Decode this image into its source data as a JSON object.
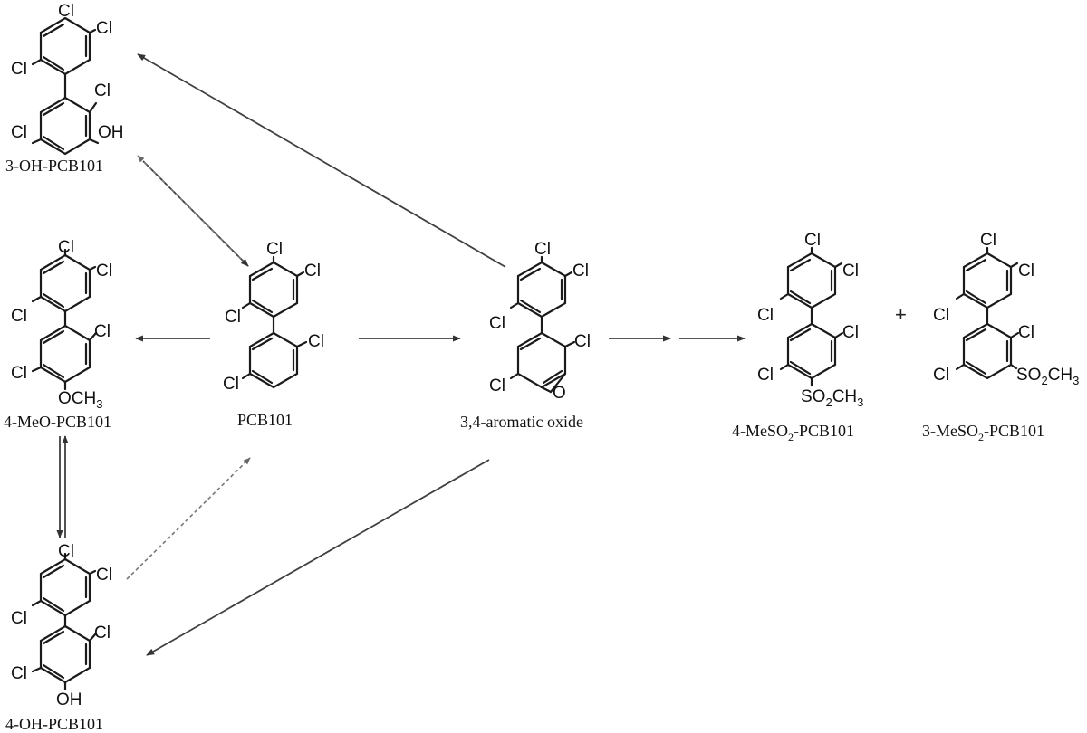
{
  "atoms": {
    "cl": "Cl",
    "oh": "OH",
    "o": "O",
    "och3_pre": "OCH",
    "och3_sub": "3",
    "so2ch3_pre": "SO",
    "so2ch3_sub": "2",
    "so2ch3_post": "CH",
    "so2ch3_sub2": "3"
  },
  "compounds": {
    "oh3": {
      "name": "3-OH-PCB101"
    },
    "meo4": {
      "name": "4-MeO-PCB101"
    },
    "oh4": {
      "name": "4-OH-PCB101"
    },
    "pcb101": {
      "name": "PCB101"
    },
    "oxide": {
      "name": "3,4-aromatic oxide"
    },
    "meso4": {
      "name_pre": "4-MeSO",
      "name_sub": "2",
      "name_post": "-PCB101"
    },
    "meso3": {
      "name_pre": "3-MeSO",
      "name_sub": "2",
      "name_post": "-PCB101"
    }
  },
  "plus_sign": "+",
  "colors": {
    "ink": "#111111",
    "arrow": "#404040",
    "dotted_arrow": "#777777"
  }
}
